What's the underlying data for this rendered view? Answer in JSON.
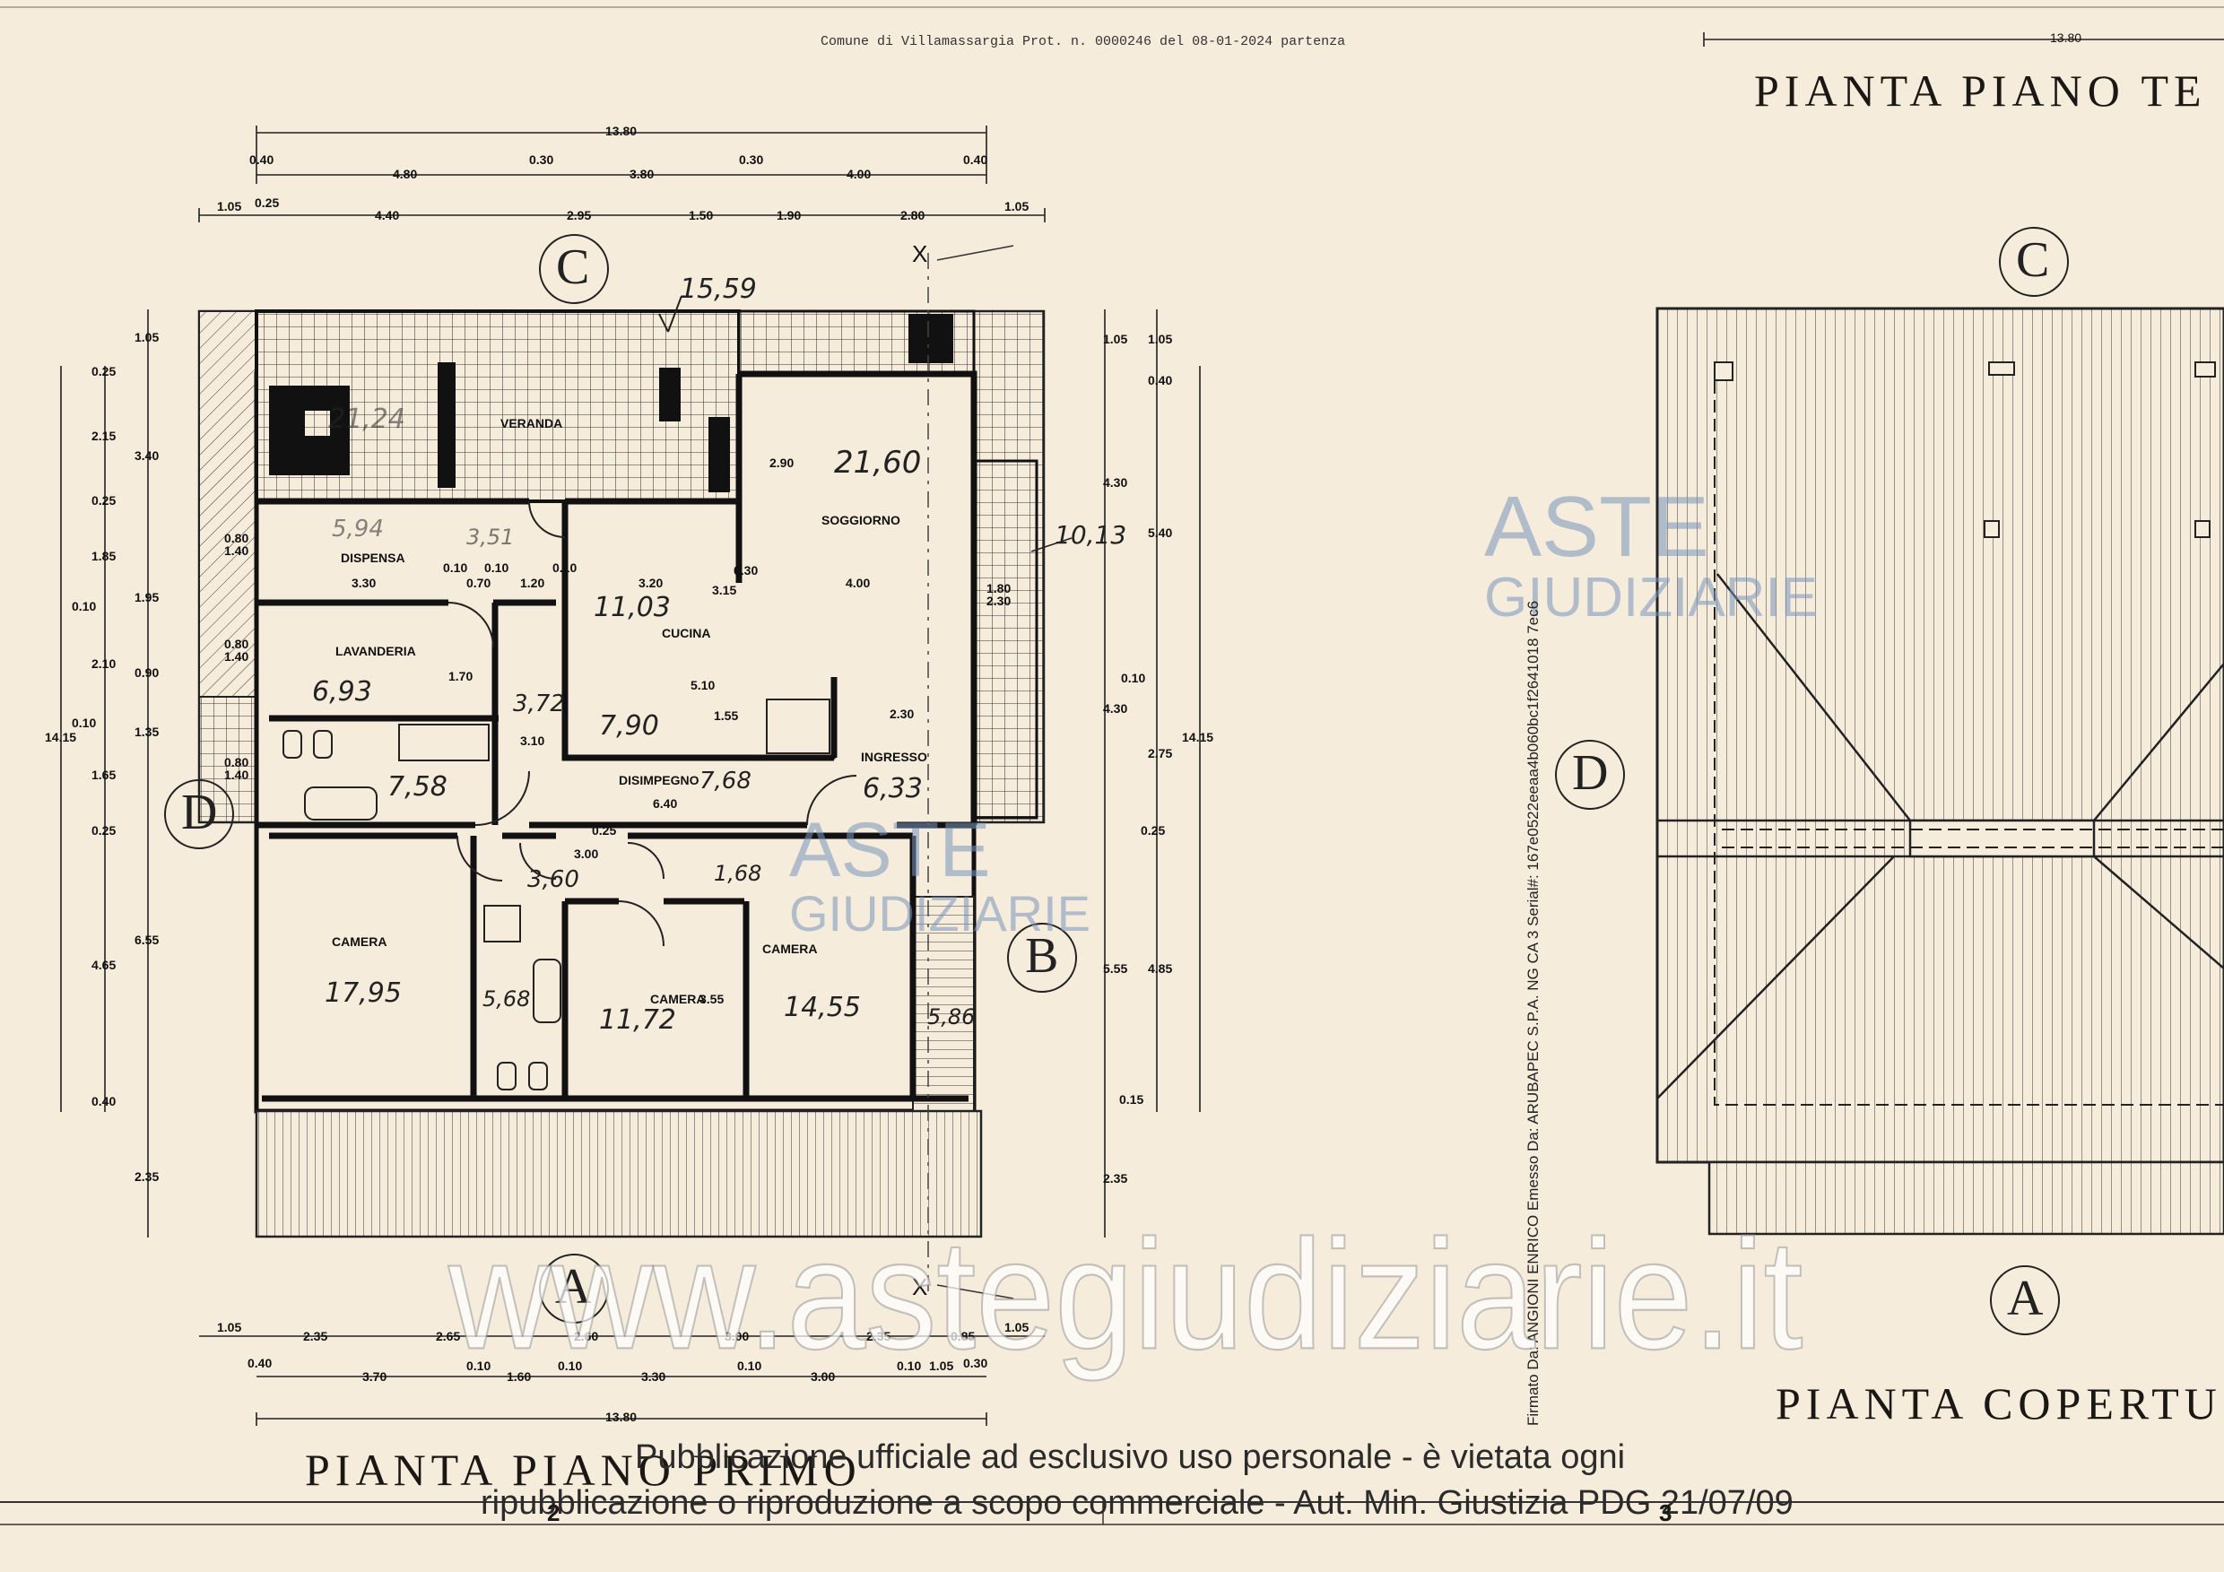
{
  "header": {
    "protocol_stamp": "Comune di Villamassargia Prot. n. 0000246 del 08-01-2024 partenza"
  },
  "plan_first": {
    "title": "PIANTA  PIANO  PRIMO",
    "rooms": {
      "veranda": "VERANDA",
      "dispensa": "DISPENSA",
      "lavanderia": "LAVANDERIA",
      "cucina": "CUCINA",
      "soggiorno": "SOGGIORNO",
      "ingresso": "INGRESSO",
      "disimpegno": "DISIMPEGNO",
      "camera_1": "CAMERA",
      "camera_2": "CAMERA",
      "camera_3": "CAMERA"
    },
    "handwritten_areas": {
      "veranda_top": "15,59",
      "veranda": "21,24",
      "soggiorno": "21,60",
      "side_terrace": "10,13",
      "dispensa": "5,94",
      "dispensa_2": "3,51",
      "cucina": "11,03",
      "cucina_2": "7,90",
      "lavanderia": "6,93",
      "bagno_1": "7,58",
      "corridor": "3,72",
      "disimpegno": "7,68",
      "ingresso": "6,33",
      "corridor_2": "3,60",
      "wc": "1,68",
      "camera_1": "17,95",
      "bagno_2": "5,68",
      "camera_2": "11,72",
      "camera_3": "14,55",
      "side_balcony": "5,86"
    },
    "interior_dims": {
      "d290": "2.90",
      "d330": "3.30",
      "d320": "3.20",
      "d030": "0.30",
      "d400": "4.00",
      "d010a": "0.10",
      "d010b": "0.10",
      "d070": "0.70",
      "d120": "1.20",
      "d010c": "0.10",
      "d315": "3.15",
      "d170": "1.70",
      "d310": "3.10",
      "d510": "5.10",
      "d155": "1.55",
      "d230": "2.30",
      "d640": "6.40",
      "d025": "0.25",
      "d300": "3.00",
      "d355": "3.55",
      "d180": "1.80",
      "d230b": "2.30",
      "d080a": "0.80",
      "d140a": "1.40",
      "d080b": "0.80",
      "d140b": "1.40",
      "d080c": "0.80",
      "d140c": "1.40"
    },
    "top_dims_1": [
      "13.80"
    ],
    "top_dims_2": [
      "0.40",
      "4.80",
      "0.30",
      "3.80",
      "0.30",
      "4.00",
      "0.40"
    ],
    "top_dims_3": [
      "1.05",
      "0.25",
      "4.40",
      "2.95",
      "1.50",
      "1.90",
      "2.80",
      "1.05"
    ],
    "bottom_dims_1": [
      "1.05",
      "2.35",
      "2.65",
      "2.60",
      "3.00",
      "2.35",
      "0.85",
      "1.05"
    ],
    "bottom_dims_2": [
      "0.40",
      "3.70",
      "0.10",
      "1.60",
      "0.10",
      "3.30",
      "0.10",
      "3.00",
      "0.10",
      "1.05",
      "0.30"
    ],
    "bottom_dims_3": [
      "13.80"
    ],
    "left_dims_a": [
      "0.25",
      "2.15",
      "0.25",
      "1.85",
      "0.10",
      "2.10",
      "0.10",
      "1.65",
      "0.25",
      "4.65",
      "0.40"
    ],
    "left_dims_b": [
      "1.05",
      "3.40",
      "1.95",
      "0.90",
      "1.35",
      "6.55",
      "2.35"
    ],
    "left_total": "14.15",
    "right_dims_a": [
      "1.05",
      "4.30",
      "4.30",
      "5.55",
      "2.35"
    ],
    "right_dims_b": [
      "1.05",
      "0.40",
      "5.40",
      "0.10",
      "2.75",
      "0.25",
      "4.85",
      "0.15"
    ],
    "right_total": "14.15",
    "section_marks": [
      "X",
      "X"
    ],
    "grid_letters": {
      "top": "C",
      "left": "D",
      "right": "B",
      "bottom": "A"
    }
  },
  "plan_roof": {
    "title_top": "PIANTA  PIANO  TE",
    "title_bottom": "PIANTA  COPERTU",
    "top_dim": "13.80",
    "grid_letters": {
      "top": "C",
      "left": "D",
      "bottom": "A"
    }
  },
  "watermark": {
    "site": "www.astegiudiziarie.it",
    "logo_line1": "ASTE",
    "logo_line2": "GIUDIZIARIE"
  },
  "publication_note": {
    "line1": "Pubblicazione ufficiale ad esclusivo uso personale - è vietata ogni",
    "line2": "ripubblicazione o riproduzione a scopo commerciale - Aut. Min. Giustizia PDG 21/07/09"
  },
  "signature": "Firmato Da: ANGIONI ENRICO Emesso Da: ARUBAPEC S.P.A. NG CA 3 Serial#: 167e0522eeaa4b060bc1f2641018 7ec6",
  "sheet_numbers": [
    "2",
    "3"
  ]
}
